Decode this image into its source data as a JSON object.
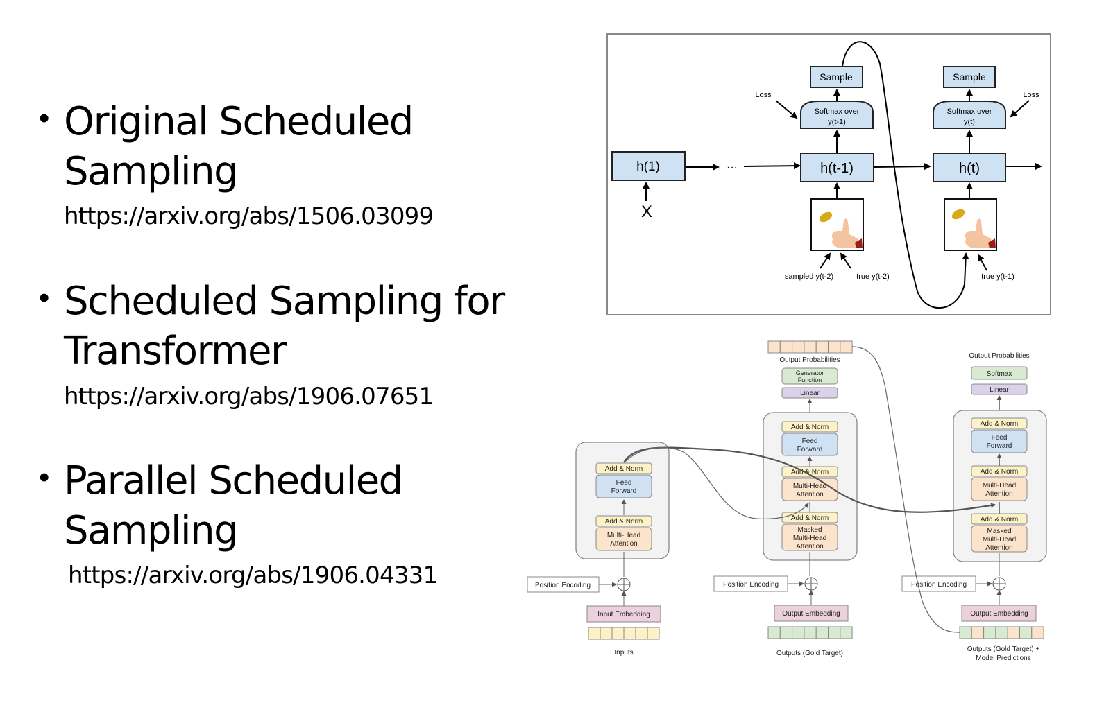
{
  "bullets": [
    {
      "title_line1": "Original Scheduled",
      "title_line2": "Sampling",
      "url": "https://arxiv.org/abs/1506.03099"
    },
    {
      "title_line1": "Scheduled Sampling for",
      "title_line2": "Transformer",
      "url": "https://arxiv.org/abs/1906.07651"
    },
    {
      "title_line1": "Parallel Scheduled",
      "title_line2": "Sampling",
      "url": "https://arxiv.org/abs/1906.04331"
    }
  ],
  "bullet_glyph": "•",
  "rnn_diagram": {
    "h1": "h(1)",
    "ht1": "h(t-1)",
    "ht": "h(t)",
    "x": "X",
    "ellipsis": "···",
    "sample": "Sample",
    "softmax_line1": "Softmax over",
    "softmax_left_line2": "y(t-1)",
    "softmax_right_line2": "y(t)",
    "loss": "Loss",
    "sampled_label": "sampled y(t-2)",
    "true_left_label": "true y(t-2)",
    "true_right_label": "true y(t-1)",
    "coin_icon": "coin-flip-icon"
  },
  "transformer_diagram": {
    "encoder": {
      "add_norm": "Add & Norm",
      "ff_line1": "Feed",
      "ff_line2": "Forward",
      "mha_line1": "Multi-Head",
      "mha_line2": "Attention",
      "pos_enc": "Position Encoding",
      "embedding": "Input Embedding",
      "inputs": "Inputs"
    },
    "decoder1": {
      "out_prob": "Output Probabilities",
      "gen_line1": "Generator",
      "gen_line2": "Function",
      "linear": "Linear",
      "add_norm": "Add & Norm",
      "ff_line1": "Feed",
      "ff_line2": "Forward",
      "mha_line1": "Multi-Head",
      "mha_line2": "Attention",
      "masked_line1": "Masked",
      "masked_line2": "Multi-Head",
      "masked_line3": "Attention",
      "pos_enc": "Position Encoding",
      "embedding": "Output Embedding",
      "outputs": "Outputs (Gold Target)"
    },
    "decoder2": {
      "out_prob": "Output Probabilities",
      "softmax": "Softmax",
      "linear": "Linear",
      "add_norm": "Add & Norm",
      "ff_line1": "Feed",
      "ff_line2": "Forward",
      "mha_line1": "Multi-Head",
      "mha_line2": "Attention",
      "masked_line1": "Masked",
      "masked_line2": "Multi-Head",
      "masked_line3": "Attention",
      "pos_enc": "Position Encoding",
      "embedding": "Output Embedding",
      "outputs_line1": "Outputs (Gold Target) +",
      "outputs_line2": "Model Predictions"
    },
    "colors": {
      "add_norm": "#fdf2c7",
      "feed_forward": "#cfe1f3",
      "attention": "#fbe3cc",
      "embedding": "#ead1dc",
      "linear": "#d9d2e9",
      "generator": "#d9ead3",
      "block_bg": "#f3f3f3",
      "rnn_box": "#cfe2f3"
    }
  }
}
